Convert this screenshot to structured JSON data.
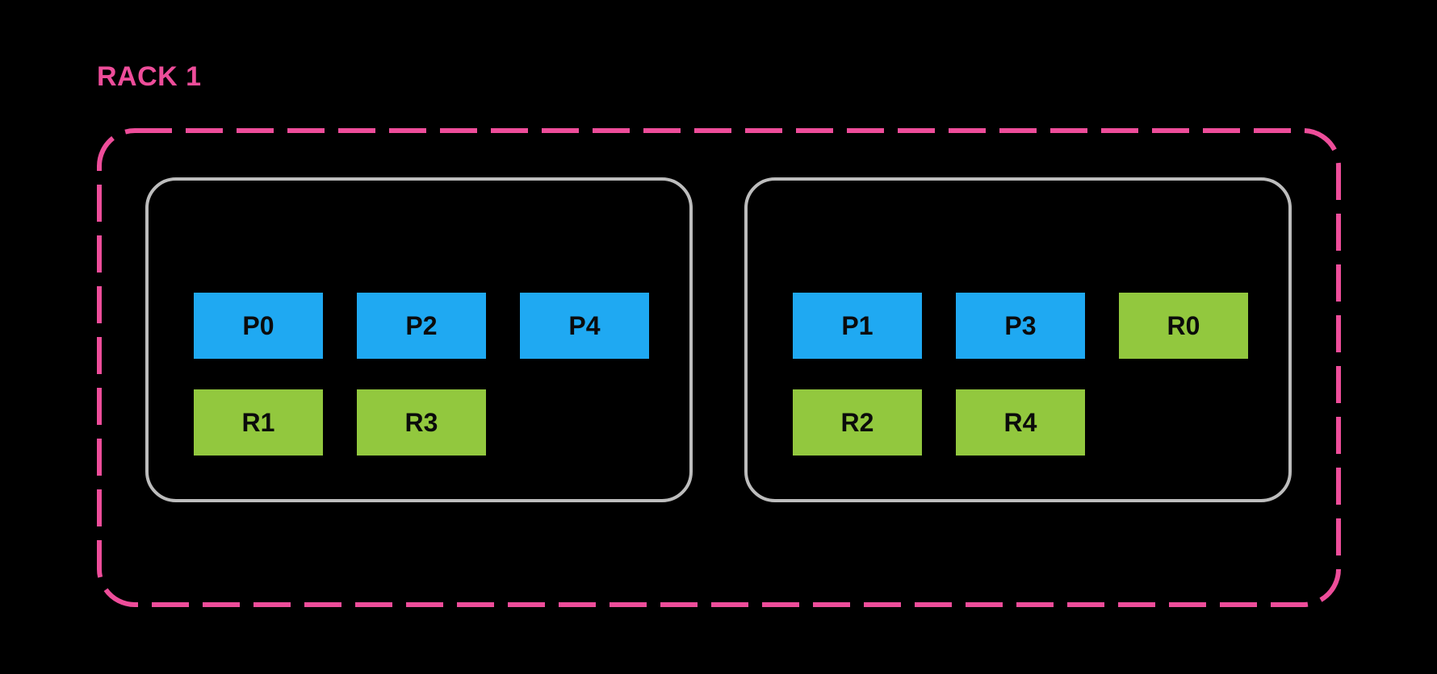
{
  "diagram": {
    "title": "RACK 1",
    "colors": {
      "background": "#000000",
      "rack_border_pink": "#EE4D9A",
      "host_border_gray": "#BDBDBD",
      "primary_node_blue": "#1FA9F2",
      "replica_node_green": "#92C83E",
      "node_label_black": "#0B0B0B"
    },
    "hosts": [
      {
        "rows": [
          {
            "nodes": [
              {
                "label": "P0"
              },
              {
                "label": "P2"
              },
              {
                "label": "P4"
              }
            ]
          },
          {
            "nodes": [
              {
                "label": "R1"
              },
              {
                "label": "R3"
              }
            ]
          }
        ]
      },
      {
        "rows": [
          {
            "nodes": [
              {
                "label": "P1"
              },
              {
                "label": "P3"
              },
              {
                "label": "R0"
              }
            ]
          },
          {
            "nodes": [
              {
                "label": "R2"
              },
              {
                "label": "R4"
              }
            ]
          }
        ]
      }
    ]
  }
}
